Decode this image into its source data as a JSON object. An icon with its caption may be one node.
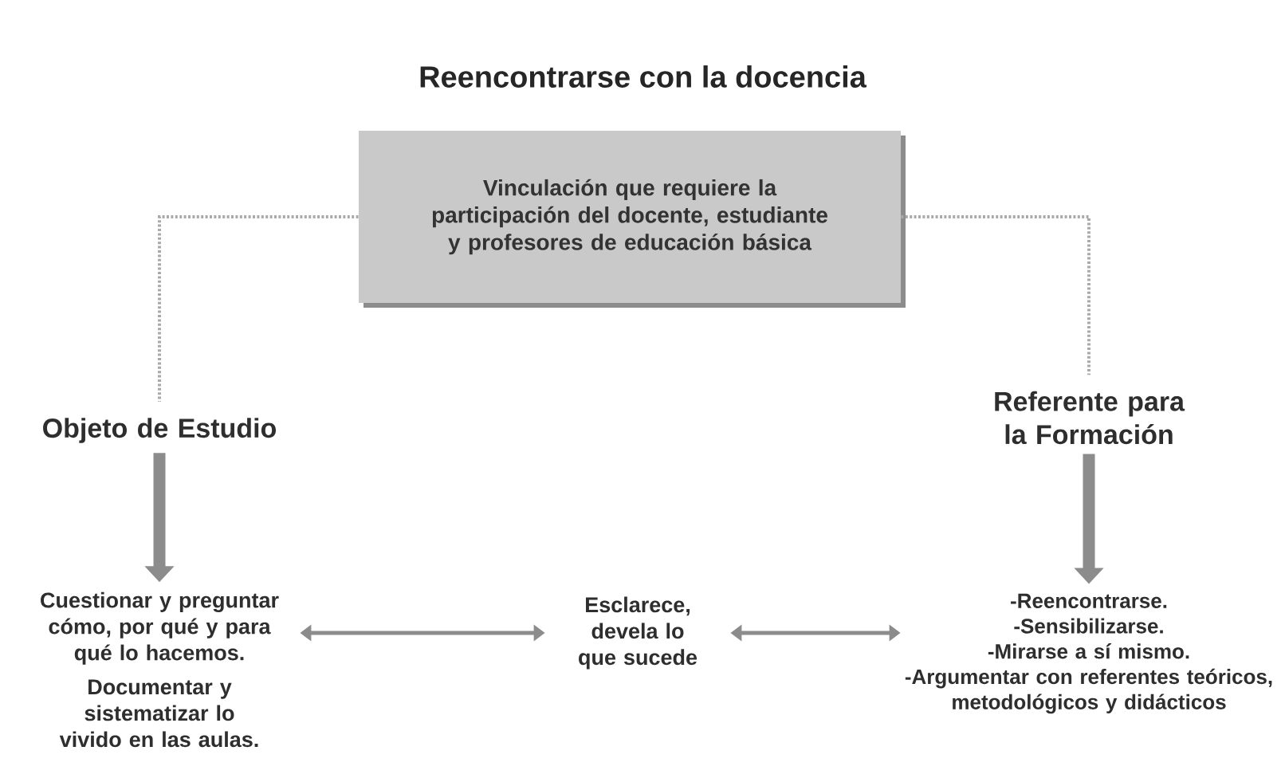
{
  "diagram": {
    "title": "Reencontrarse con la docencia",
    "nodes": [
      {
        "text": [
          "Vinculación que requiere la participación del docente, estudiante y profesores de educación básica"
        ]
      },
      {
        "text": [
          "Objeto de Estudio"
        ]
      },
      {
        "text": [
          "Referente para la Formación"
        ]
      },
      {
        "text": [
          "Cuestionar y preguntar cómo, por qué y para qué lo hacemos.",
          "Documentar y sistematizar lo vivido en las aulas."
        ]
      },
      {
        "text": [
          "Esclarece, devela lo que sucede"
        ]
      },
      {
        "text": [
          "-Reencontrarse.",
          "-Sensibilizarse.",
          "-Mirarse a sí mismo.",
          "-Argumentar con referentes teóricos, metodológicos y didácticos"
        ]
      }
    ],
    "edges": [
      {
        "from": 0,
        "to": 1,
        "arrow": "none",
        "style": "dashed",
        "color": "#aaaaaa"
      },
      {
        "from": 0,
        "to": 2,
        "arrow": "none",
        "style": "dashed",
        "color": "#aaaaaa"
      },
      {
        "from": 1,
        "to": 3,
        "arrow": "to",
        "style": "thick"
      },
      {
        "from": 2,
        "to": 5,
        "arrow": "to",
        "style": "thick"
      },
      {
        "from": 3,
        "to": 4,
        "arrow": "both"
      },
      {
        "from": 4,
        "to": 5,
        "arrow": "both"
      }
    ]
  }
}
